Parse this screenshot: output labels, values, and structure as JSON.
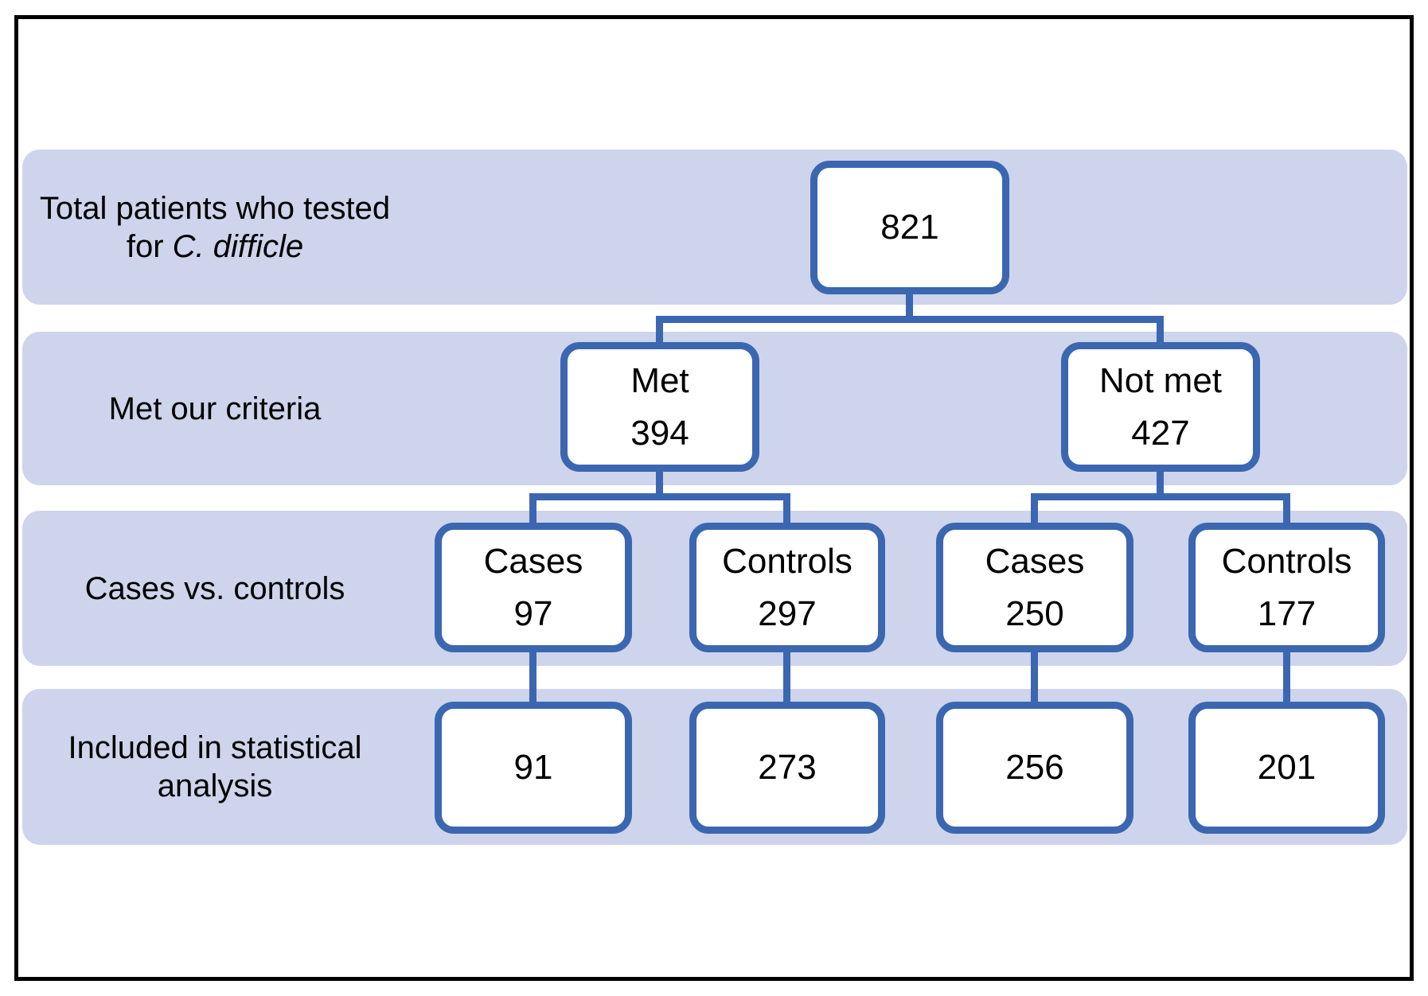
{
  "figure": {
    "type": "patient-flow-diagram",
    "colors": {
      "band": "#CED4EB",
      "line": "#3B67B1",
      "box_fill": "#FFFFFF",
      "frame": "#000000",
      "text": "#000000"
    },
    "rows": [
      {
        "id": "total-tested",
        "label_line1": "Total patients who tested",
        "label_line2_prefix": "for ",
        "label_line2_italic": "C. difficle"
      },
      {
        "id": "met-criteria",
        "label": "Met our criteria"
      },
      {
        "id": "cases-vs-controls",
        "label": "Cases vs. controls"
      },
      {
        "id": "statistical-analysis",
        "label_line1": "Included in statistical",
        "label_line2": "analysis"
      }
    ],
    "nodes": {
      "total": {
        "value": "821"
      },
      "met": {
        "label": "Met",
        "value": "394"
      },
      "not_met": {
        "label": "Not met",
        "value": "427"
      },
      "met_cases": {
        "label": "Cases",
        "value": "97"
      },
      "met_controls": {
        "label": "Controls",
        "value": "297"
      },
      "notmet_cases": {
        "label": "Cases",
        "value": "250"
      },
      "notmet_controls": {
        "label": "Controls",
        "value": "177"
      },
      "analysis_met_cases": {
        "value": "91"
      },
      "analysis_met_controls": {
        "value": "273"
      },
      "analysis_notmet_cases": {
        "value": "256"
      },
      "analysis_notmet_controls": {
        "value": "201"
      }
    }
  }
}
